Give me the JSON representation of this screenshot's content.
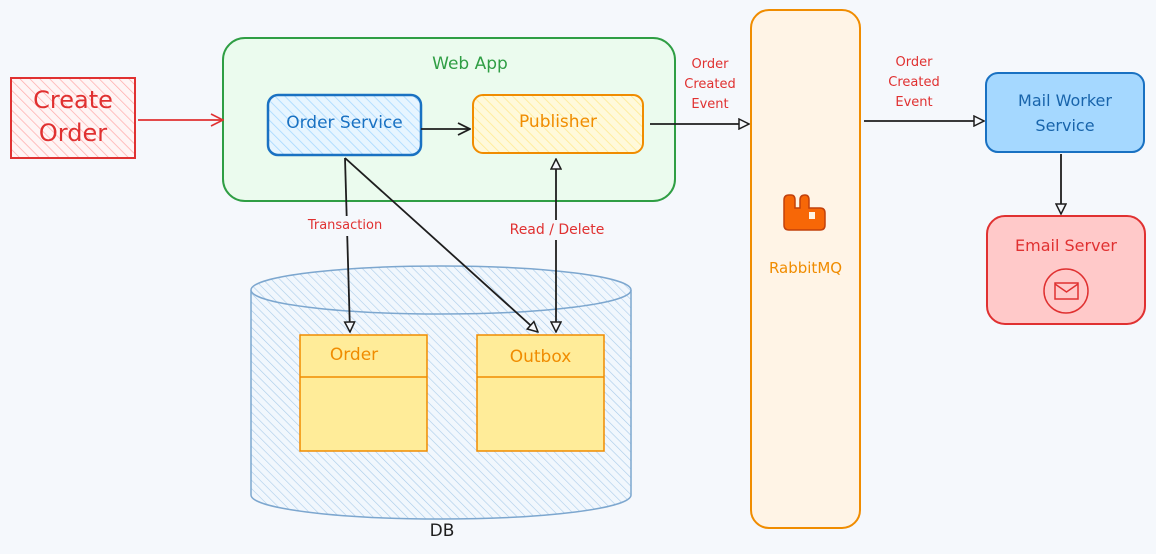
{
  "diagram": {
    "nodes": {
      "create_order": {
        "label_line1": "Create",
        "label_line2": "Order"
      },
      "web_app": {
        "label": "Web App"
      },
      "order_service": {
        "label": "Order Service"
      },
      "publisher": {
        "label": "Publisher"
      },
      "rabbitmq": {
        "label": "RabbitMQ"
      },
      "mail_worker": {
        "label_line1": "Mail Worker",
        "label_line2": "Service"
      },
      "email_server": {
        "label": "Email Server"
      },
      "db": {
        "label": "DB"
      },
      "order_table": {
        "label": "Order"
      },
      "outbox_table": {
        "label": "Outbox"
      }
    },
    "edges": {
      "transaction": {
        "label": "Transaction"
      },
      "read_delete": {
        "label": "Read / Delete"
      },
      "publisher_to_rabbit": {
        "line1": "Order",
        "line2": "Created",
        "line3": "Event"
      },
      "rabbit_to_mail": {
        "line1": "Order",
        "line2": "Created",
        "line3": "Event"
      }
    },
    "colors": {
      "red": "#e03131",
      "green": "#2f9e44",
      "blue": "#1971c2",
      "orange": "#f08c00",
      "yellow_fill": "#ffec99",
      "db_fill": "#a5d8ff"
    },
    "icons": [
      "rabbitmq-logo-icon",
      "mail-icon"
    ]
  }
}
